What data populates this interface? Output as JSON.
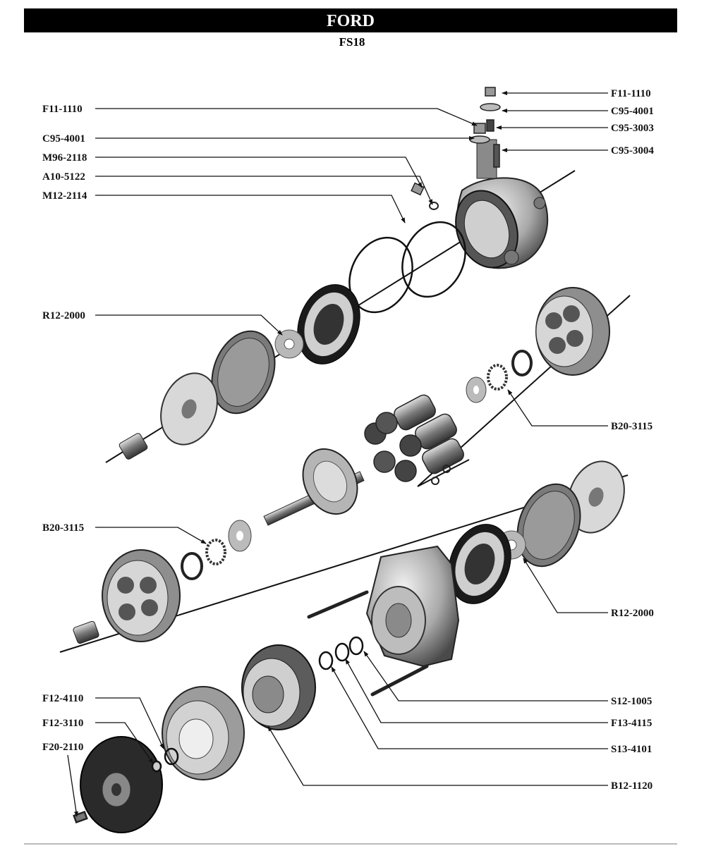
{
  "header": {
    "brand": "FORD",
    "model": "FS18"
  },
  "labels_left": [
    {
      "id": "l1",
      "code": "F11-1110"
    },
    {
      "id": "l2",
      "code": "C95-4001"
    },
    {
      "id": "l3",
      "code": "M96-2118"
    },
    {
      "id": "l4",
      "code": "A10-5122"
    },
    {
      "id": "l5",
      "code": "M12-2114"
    },
    {
      "id": "l6",
      "code": "R12-2000"
    },
    {
      "id": "l7",
      "code": "B20-3115"
    },
    {
      "id": "l8",
      "code": "F12-4110"
    },
    {
      "id": "l9",
      "code": "F12-3110"
    },
    {
      "id": "l10",
      "code": "F20-2110"
    }
  ],
  "labels_right": [
    {
      "id": "r1",
      "code": "F11-1110"
    },
    {
      "id": "r2",
      "code": "C95-4001"
    },
    {
      "id": "r3",
      "code": "C95-3003"
    },
    {
      "id": "r4",
      "code": "C95-3004"
    },
    {
      "id": "r5",
      "code": "B20-3115"
    },
    {
      "id": "r6",
      "code": "R12-2000"
    },
    {
      "id": "r7",
      "code": "S12-1005"
    },
    {
      "id": "r8",
      "code": "F13-4115"
    },
    {
      "id": "r9",
      "code": "S13-4101"
    },
    {
      "id": "r10",
      "code": "B12-1120"
    }
  ]
}
